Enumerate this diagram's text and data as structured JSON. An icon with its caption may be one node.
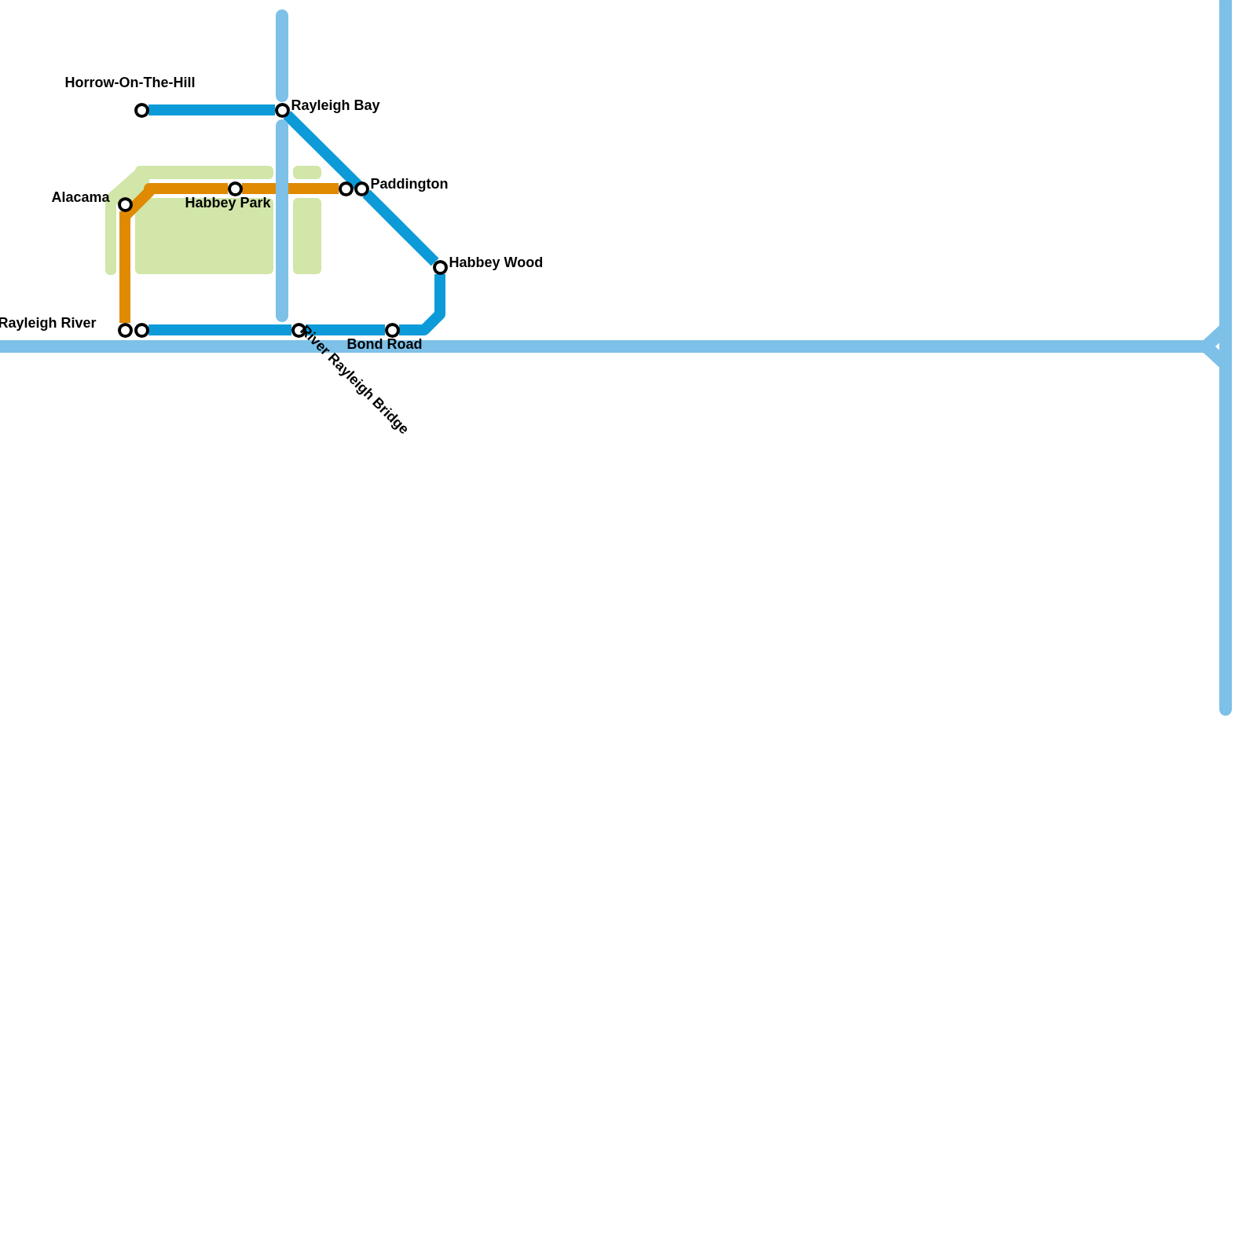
{
  "diagram": {
    "nodes": [
      {
        "text": [
          "Horrow-On-The-Hill"
        ]
      },
      {
        "text": [
          "Rayleigh Bay"
        ]
      },
      {
        "text": [
          "Habbey Park"
        ]
      },
      {
        "text": [],
        "shape": "circle"
      },
      {
        "text": [
          "Paddington"
        ]
      },
      {
        "text": [
          "Alacama"
        ]
      },
      {
        "text": [
          "Habbey Wood"
        ]
      },
      {
        "text": [
          "Rayleigh River"
        ]
      },
      {
        "text": [],
        "shape": "circle"
      },
      {
        "text": [
          "River Rayleigh Bridge"
        ]
      },
      {
        "text": [
          "Bond Road"
        ]
      }
    ],
    "edges": [
      {
        "from": 0,
        "to": 1,
        "arrow": "none"
      },
      {
        "from": 1,
        "to": 4,
        "arrow": "none"
      },
      {
        "from": 4,
        "to": 6,
        "arrow": "none"
      },
      {
        "from": 6,
        "to": 10,
        "arrow": "none"
      },
      {
        "from": 10,
        "to": 9,
        "arrow": "none"
      },
      {
        "from": 9,
        "to": 8,
        "arrow": "none"
      },
      {
        "from": 7,
        "to": 5,
        "arrow": "none",
        "color": "#df8a00"
      },
      {
        "from": 5,
        "to": 2,
        "arrow": "none",
        "color": "#df8a00"
      },
      {
        "from": 2,
        "to": 3,
        "arrow": "none",
        "color": "#df8a00"
      }
    ]
  }
}
